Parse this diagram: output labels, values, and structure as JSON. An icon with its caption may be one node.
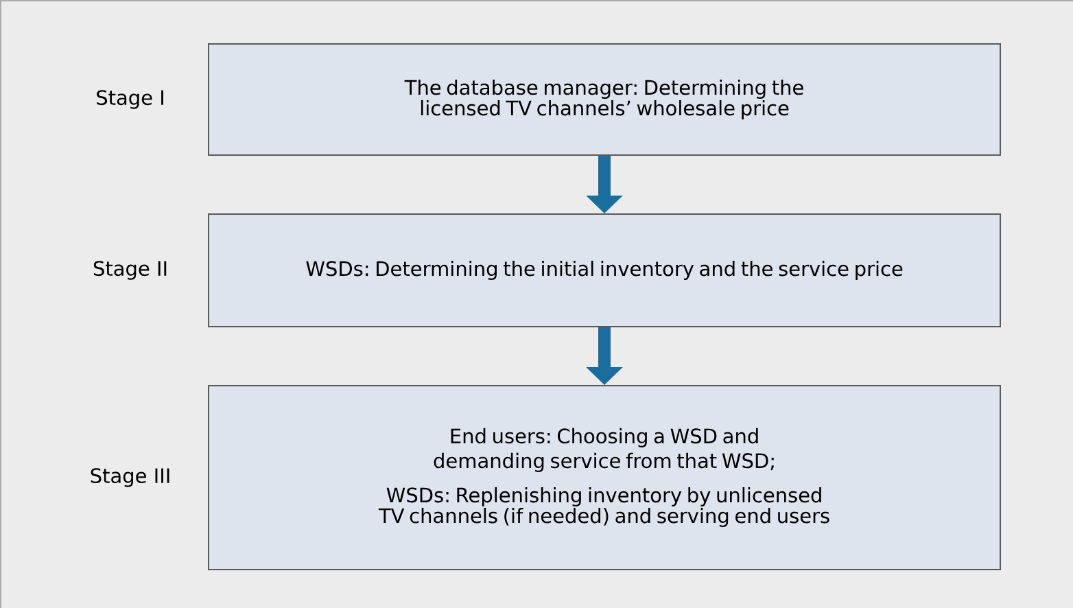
{
  "diagram": {
    "nodes": [
      {
        "text": [
          "The database manager: Determining the licensed TV channels’ wholesale price"
        ],
        "beside": [
          "Stage I"
        ]
      },
      {
        "text": [
          "WSDs: Determining the initial inventory and the service price"
        ],
        "beside": [
          "Stage II"
        ]
      },
      {
        "text": [
          "End users: Choosing a WSD and demanding service from that WSD;",
          "WSDs: Replenishing inventory by unlicensed TV channels (if needed) and serving end users"
        ],
        "beside": [
          "Stage III"
        ]
      }
    ],
    "edges": [
      {
        "from": 0,
        "to": 1,
        "arrow": "to"
      },
      {
        "from": 1,
        "to": 2,
        "arrow": "to"
      }
    ]
  }
}
